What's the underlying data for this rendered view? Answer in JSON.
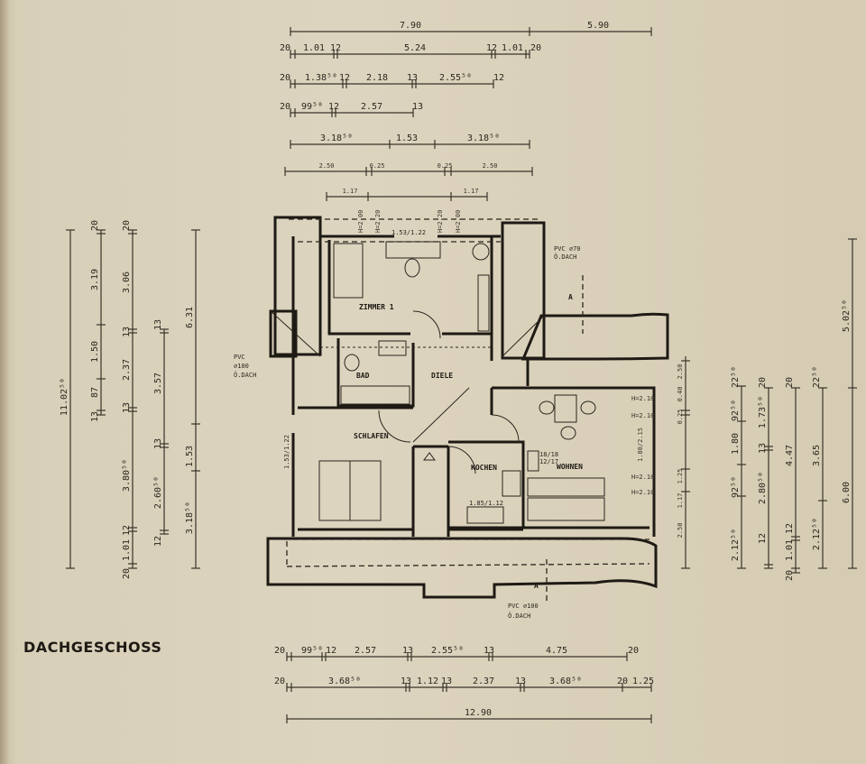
{
  "title": "DACHGESCHOSS",
  "rooms": {
    "zimmer": "ZIMMER 1",
    "bad": "BAD",
    "diele": "DIELE",
    "schlafen": "SCHLAFEN",
    "kochen": "KOCHEN",
    "wohnen": "WOHNEN"
  },
  "notes": {
    "window_top": "1.53/1.22",
    "window_left": "1.53/1.22",
    "kitchen_window": "1.85/1.12",
    "stair_top": "18/18",
    "stair_bottom": "12/17",
    "pvc_right_1": "PVC ⌀70",
    "pvc_right_2": "Ö.DACH",
    "pvc_left_1": "PVC",
    "pvc_left_2": "⌀100",
    "pvc_left_3": "Ö.DACH",
    "pvc_bottom_1": "PVC ⌀100",
    "pvc_bottom_2": "Ö.DACH",
    "section_top": "A",
    "section_bottom": "A",
    "height_top": [
      "H=2.00",
      "H=2.20",
      "H=2.20",
      "H=2.00"
    ],
    "height_right": [
      "H=2.10",
      "H=2.10",
      "1.80/2.15",
      "H=2.10",
      "H=2.10"
    ]
  },
  "dimensions": {
    "top": [
      [
        "7.90",
        "5.90"
      ],
      [
        "20",
        "1.01",
        "12",
        "5.24",
        "12",
        "1.01",
        "20"
      ],
      [
        "20",
        "1.38⁵⁰",
        "12",
        "2.18",
        "13",
        "2.55⁵⁰",
        "12"
      ],
      [
        "20",
        "99⁵⁰",
        "12",
        "2.57",
        "13"
      ],
      [
        "3.18⁵⁰",
        "1.53",
        "3.18⁵⁰"
      ],
      [
        "2.50",
        "0.25",
        "0.25",
        "2.50"
      ],
      [
        "1.17",
        "1.17"
      ]
    ],
    "bottom": [
      [
        "20",
        "99⁵⁰",
        "12",
        "2.57",
        "13",
        "2.55⁵⁰",
        "13",
        "4.75",
        "20"
      ],
      [
        "20",
        "3.68⁵⁰",
        "13",
        "1.12",
        "13",
        "2.37",
        "13",
        "3.68⁵⁰",
        "20",
        "1.25"
      ],
      [
        "12.90"
      ]
    ],
    "left": [
      [
        "11.02⁵⁰"
      ],
      [
        "20",
        "3.19",
        "1.50",
        "87",
        "13"
      ],
      [
        "20",
        "3.06",
        "13",
        "2.37",
        "13",
        "3.80⁵⁰",
        "12",
        "1.01",
        "20"
      ],
      [
        "13",
        "3.57",
        "13",
        "2.60⁵⁰",
        "12"
      ],
      [
        "6.31",
        "1.53",
        "3.18⁵⁰"
      ]
    ],
    "right": [
      [
        "2.50",
        "0.40",
        "0.25",
        "1.25",
        "1.17",
        "2.50"
      ],
      [
        "22⁵⁰",
        "92⁵⁰",
        "1.80",
        "92⁵⁰",
        "2.12⁵⁰"
      ],
      [
        "20",
        "1.73⁵⁰",
        "13",
        "2.80⁵⁰",
        "12"
      ],
      [
        "20",
        "4.47",
        "12",
        "1.01",
        "20"
      ],
      [
        "22⁵⁰",
        "3.65",
        "2.12⁵⁰"
      ],
      [
        "5.02⁵⁰",
        "6.00"
      ]
    ]
  }
}
